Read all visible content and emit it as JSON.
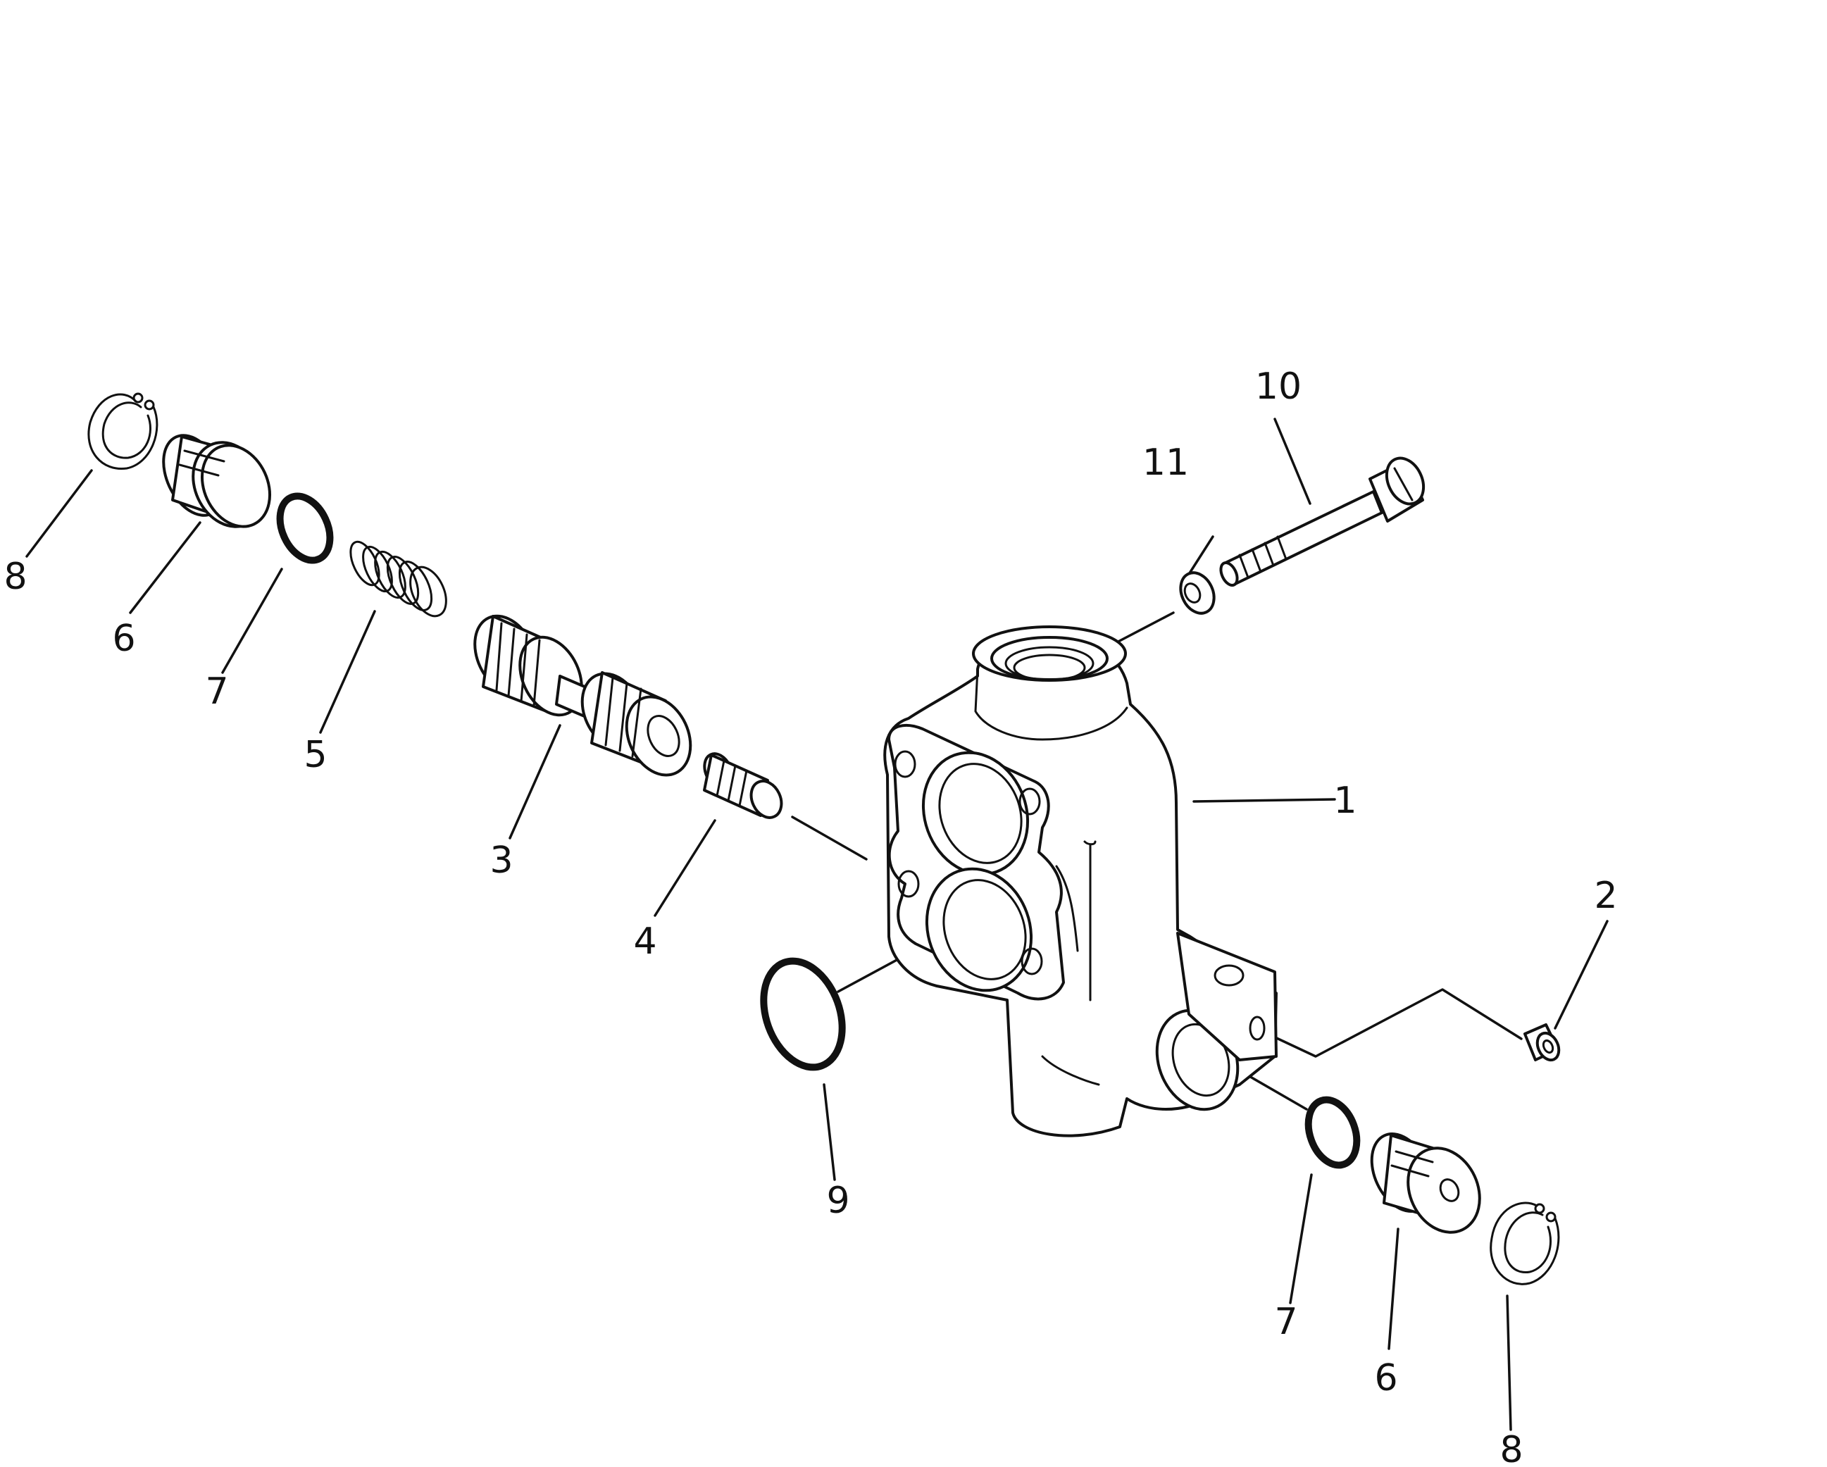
{
  "diagram": {
    "type": "exploded parts diagram",
    "line_color": "#111111",
    "background_color": "#ffffff",
    "callouts": {
      "body": "1",
      "plug_small": "2",
      "spool": "3",
      "stopper": "4",
      "spring": "5",
      "plug_left": "6",
      "plug_right": "6",
      "oring_left": "7",
      "oring_right": "7",
      "snap_ring_left": "8",
      "snap_ring_right": "8",
      "oring_flange": "9",
      "bolt": "10",
      "washer": "11"
    }
  }
}
